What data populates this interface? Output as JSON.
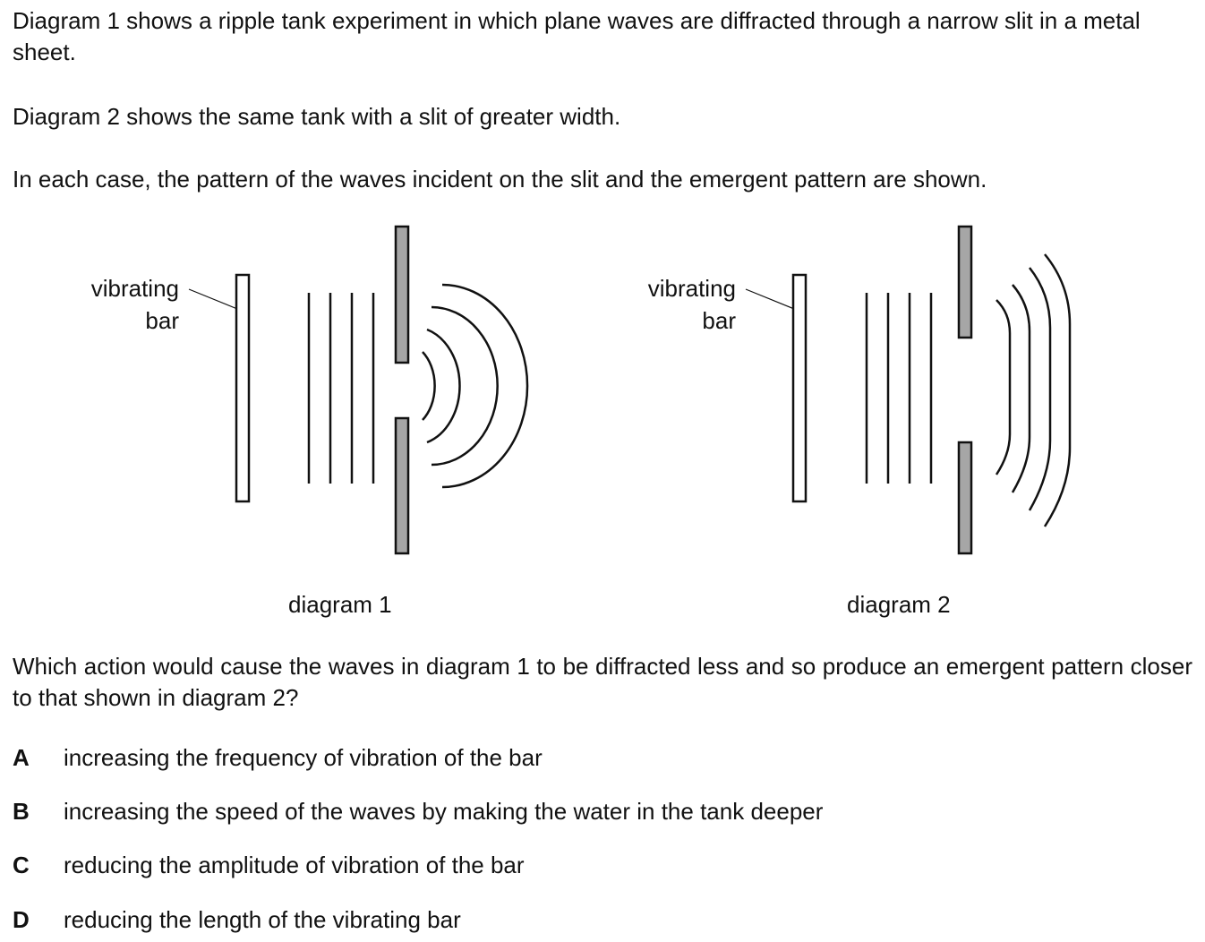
{
  "intro": {
    "p1": "Diagram 1 shows a ripple tank experiment in which plane waves are diffracted through a narrow slit in a metal sheet.",
    "p2": "Diagram 2 shows the same tank with a slit of greater width.",
    "p3": "In each case, the pattern of the waves incident on the slit and the emergent pattern are shown."
  },
  "diagram1": {
    "label_line1": "vibrating",
    "label_line2": "bar",
    "caption": "diagram 1"
  },
  "diagram2": {
    "label_line1": "vibrating",
    "label_line2": "bar",
    "caption": "diagram 2"
  },
  "question": "Which action would cause the waves in diagram 1 to be diffracted less and so produce an emergent pattern closer to that shown in diagram 2?",
  "options": [
    {
      "letter": "A",
      "text": "increasing the frequency of vibration of the bar"
    },
    {
      "letter": "B",
      "text": "increasing the speed of the waves by making the water in the tank deeper"
    },
    {
      "letter": "C",
      "text": "reducing the amplitude of vibration of the bar"
    },
    {
      "letter": "D",
      "text": "reducing the length of the vibrating bar"
    }
  ],
  "colors": {
    "text": "#111111",
    "barrier_fill": "#a6a6a6"
  }
}
